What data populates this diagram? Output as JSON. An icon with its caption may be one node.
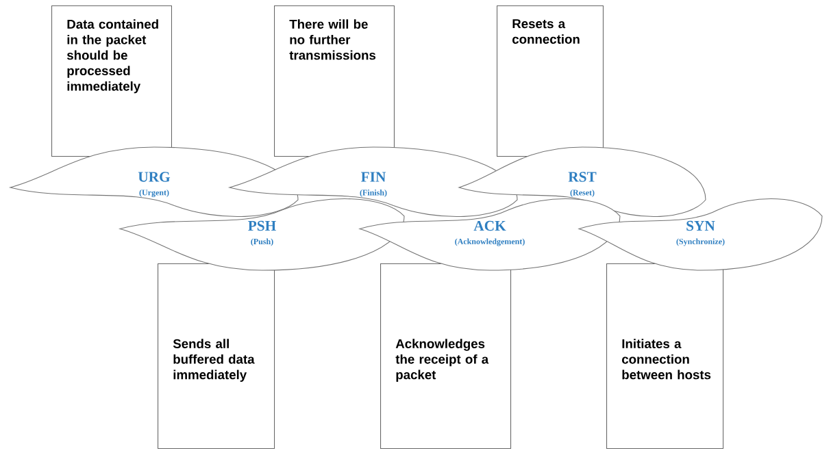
{
  "diagram": {
    "nodes": [
      {
        "text": [
          "Data contained in the packet should be processed immediately"
        ]
      },
      {
        "text": [
          "There will be no further transmissions"
        ]
      },
      {
        "text": [
          "Resets a connection"
        ]
      },
      {
        "text": [
          "URG",
          "(Urgent)"
        ]
      },
      {
        "text": [
          "FIN",
          "(Finish)"
        ]
      },
      {
        "text": [
          "RST",
          "(Reset)"
        ]
      },
      {
        "text": [
          "PSH",
          "(Push)"
        ]
      },
      {
        "text": [
          "ACK",
          "(Acknowledgement)"
        ]
      },
      {
        "text": [
          "SYN",
          "(Synchronize)"
        ]
      },
      {
        "text": [
          "Sends all buffered data immediately"
        ]
      },
      {
        "text": [
          "Acknowledges the receipt of a packet"
        ]
      },
      {
        "text": [
          "Initiates a connection between hosts"
        ]
      }
    ]
  }
}
